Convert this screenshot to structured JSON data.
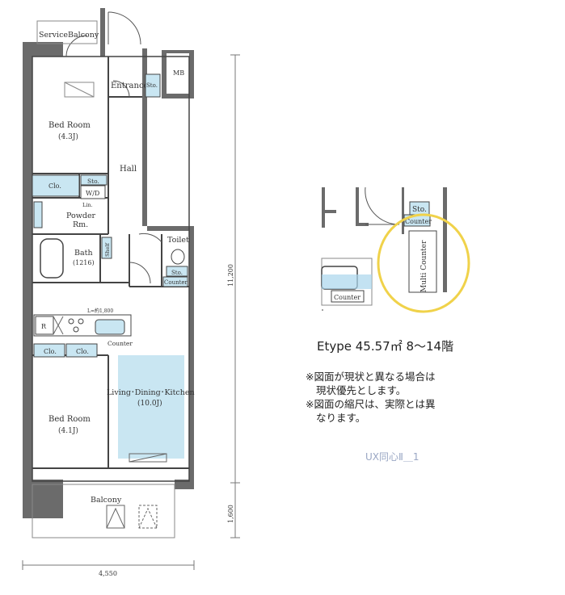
{
  "plan": {
    "rooms": {
      "service_balcony": "ServiceBalcony",
      "entrance": "Entrance",
      "entrance_storage": "Sto.",
      "mb": "MB",
      "bedroom_north": "Bed Room",
      "bedroom_north_size": "(4.3J)",
      "hall": "Hall",
      "closet_north": "Clo.",
      "storage_north": "Sto.",
      "walk_in": "W/D",
      "lin": "Lin.",
      "powder_room": "Powder",
      "powder_room_2": "Rm.",
      "bath": "Bath",
      "bath_size": "(1216)",
      "shelf": "Shelf",
      "toilet": "Toilet",
      "toilet_storage": "Sto.",
      "toilet_counter": "Counter",
      "fridge": "R",
      "kitchen_width": "L=約1,800",
      "kitchen_counter": "Counter",
      "closet_south_1": "Clo.",
      "closet_south_2": "Clo.",
      "ldk": "Living･Dining･Kitchen",
      "ldk_size": "(10.0J)",
      "bedroom_south": "Bed Room",
      "bedroom_south_size": "(4.1J)",
      "balcony": "Balcony"
    },
    "dimensions": {
      "depth": "11,200",
      "balcony_depth": "1,600",
      "width": "4,550"
    }
  },
  "detail": {
    "storage": "Sto.",
    "counter_top": "Counter",
    "multi_counter": "Multi Counter",
    "counter_bottom": "Counter"
  },
  "info": {
    "type_line": "Etype 45.57㎡ 8～14階",
    "note1_a": "※図面が現状と異なる場合は",
    "note1_b": "現状優先とします。",
    "note2_a": "※図面の縮尺は、実際とは異",
    "note2_b": "なります。",
    "code": "UX同心Ⅱ＿1"
  },
  "colors": {
    "wall": "#6b6b6b",
    "line": "#444444",
    "light_blue": "#c9e6f2",
    "mid_blue": "#a9d6ec",
    "highlight": "#f0d24a"
  }
}
